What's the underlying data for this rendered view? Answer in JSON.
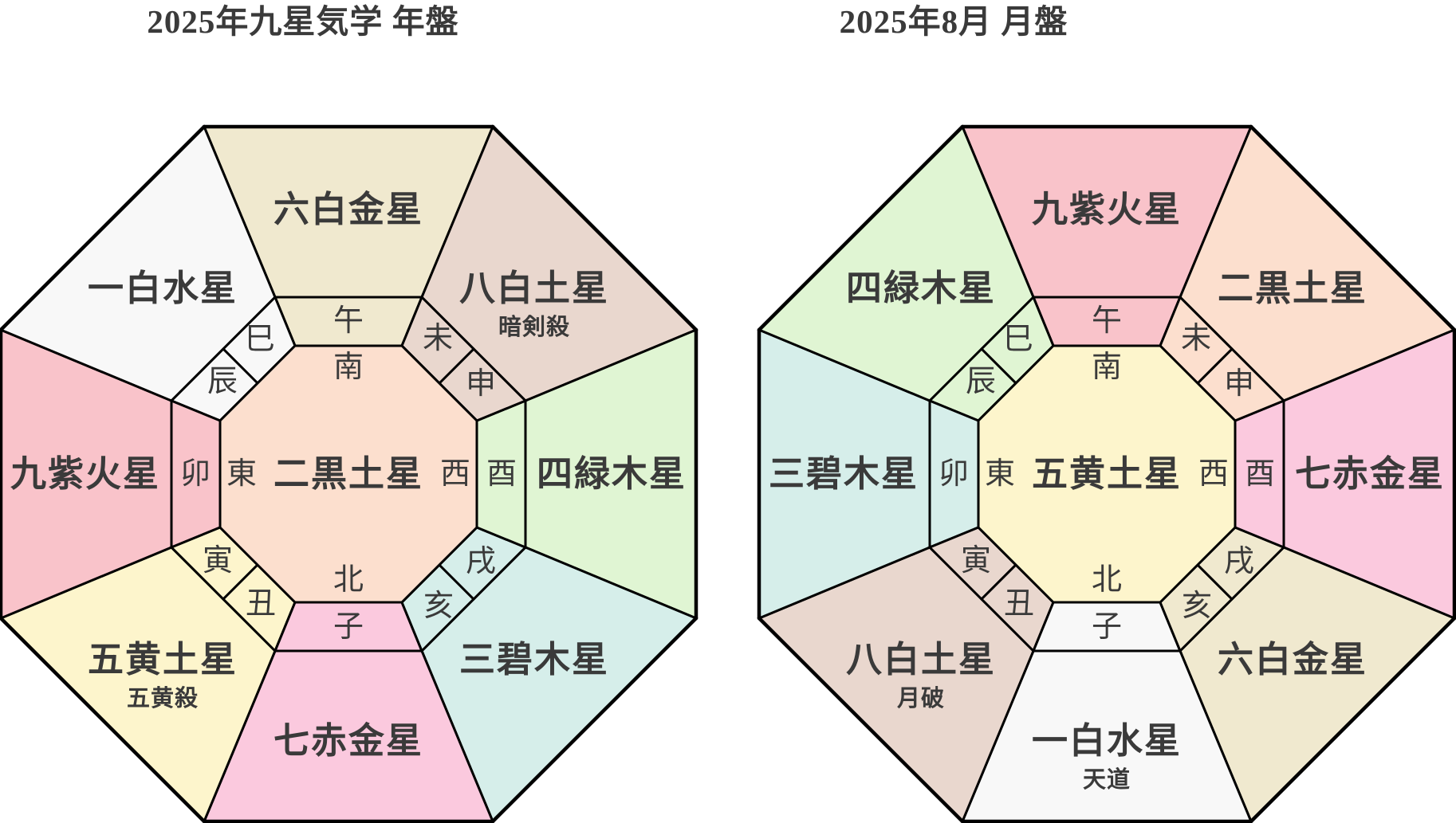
{
  "page": {
    "background": "#ffffff",
    "text_color": "#3a3a3a",
    "line_color": "#000000"
  },
  "star_colors": {
    "一白水星": "#f8f8f8",
    "二黒土星": "#fcdfce",
    "三碧木星": "#d6eeea",
    "四緑木星": "#e0f5d3",
    "五黄土星": "#fdf5cc",
    "六白金星": "#f0e9cf",
    "七赤金星": "#fbc9de",
    "八白土星": "#e9d7ce",
    "九紫火星": "#f9c3ca"
  },
  "branch_cells": {
    "top": "午",
    "tl2": "巳",
    "tl1": "辰",
    "left": "卯",
    "bl2": "寅",
    "bl1": "丑",
    "bottom": "子",
    "br2": "亥",
    "br1": "戌",
    "right": "酉",
    "tr2": "申",
    "tr1": "未"
  },
  "directions": {
    "south": "南",
    "east": "東",
    "west": "西",
    "north": "北"
  },
  "charts": [
    {
      "id": "year-board",
      "title": "2025年九星気学 年盤",
      "center_star": "二黒土星",
      "sections": {
        "top": {
          "star": "六白金星"
        },
        "top_right": {
          "star": "八白土星",
          "sub": "暗剣殺"
        },
        "right": {
          "star": "四緑木星"
        },
        "bottom_right": {
          "star": "三碧木星"
        },
        "bottom": {
          "star": "七赤金星"
        },
        "bottom_left": {
          "star": "五黄土星",
          "sub": "五黄殺"
        },
        "left": {
          "star": "九紫火星"
        },
        "top_left": {
          "star": "一白水星"
        }
      }
    },
    {
      "id": "month-board",
      "title": "2025年8月 月盤",
      "center_star": "五黄土星",
      "sections": {
        "top": {
          "star": "九紫火星"
        },
        "top_right": {
          "star": "二黒土星"
        },
        "right": {
          "star": "七赤金星"
        },
        "bottom_right": {
          "star": "六白金星"
        },
        "bottom": {
          "star": "一白水星",
          "sub": "天道"
        },
        "bottom_left": {
          "star": "八白土星",
          "sub": "月破"
        },
        "left": {
          "star": "三碧木星"
        },
        "top_left": {
          "star": "四緑木星"
        }
      }
    }
  ]
}
